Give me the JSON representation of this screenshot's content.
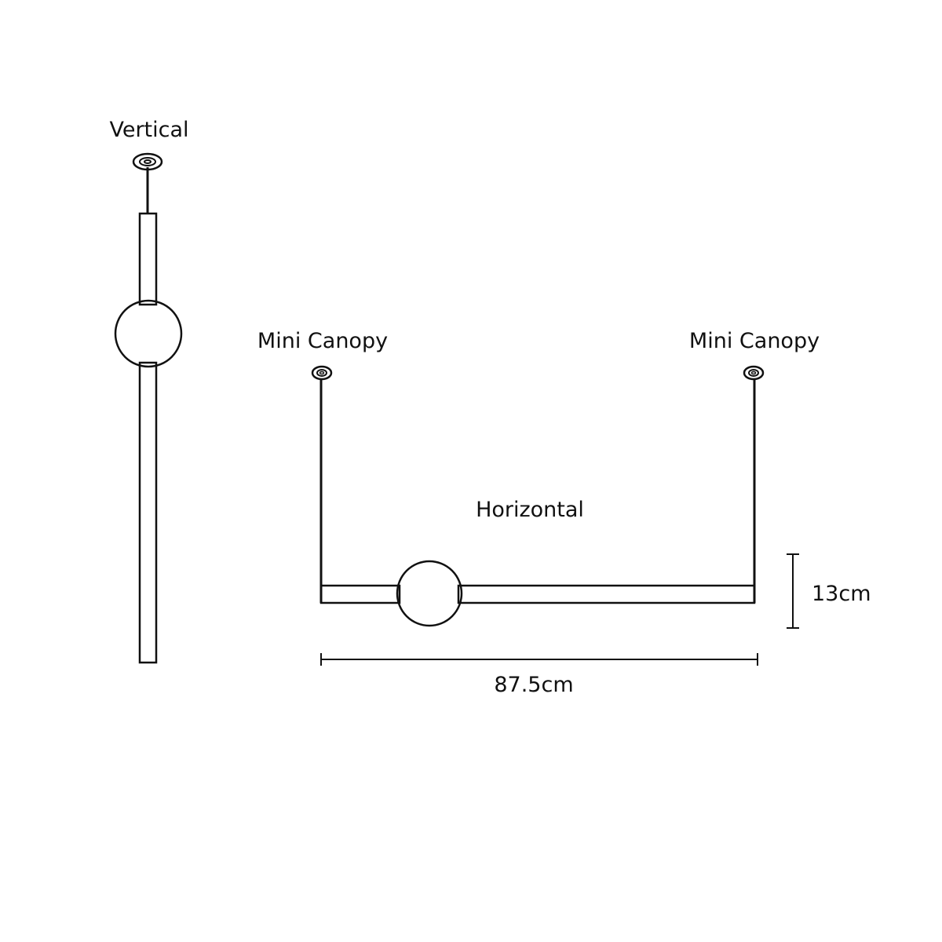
{
  "labels": {
    "vertical": "Vertical",
    "canopy_left": "Mini Canopy",
    "canopy_right": "Mini Canopy",
    "horizontal": "Horizontal",
    "height_dim": "13cm",
    "width_dim": "87.5cm"
  },
  "colors": {
    "line": "#111111",
    "background": "#ffffff"
  }
}
